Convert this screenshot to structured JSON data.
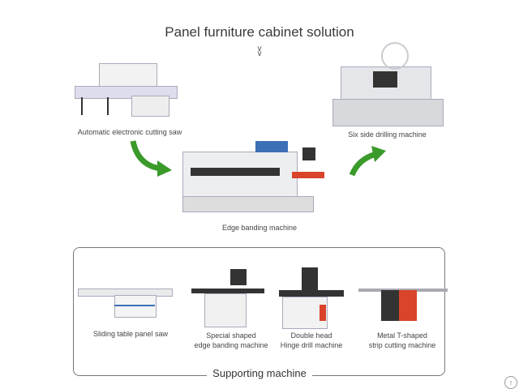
{
  "title": "Panel furniture cabinet solution",
  "main_flow": [
    {
      "label": "Automatic electronic cutting saw"
    },
    {
      "label": "Edge banding machine"
    },
    {
      "label": "Six side drilling machine"
    }
  ],
  "supporting": {
    "title": "Supporting machine",
    "items": [
      {
        "line1": "Sliding table panel saw",
        "line2": ""
      },
      {
        "line1": "Special shaped",
        "line2": "edge banding machine"
      },
      {
        "line1": "Double head",
        "line2": "Hinge drill machine"
      },
      {
        "line1": "Metal T-shaped",
        "line2": "strip cutting machine"
      }
    ]
  },
  "colors": {
    "arrow": "#3a9a2a",
    "accent": "#d9442a"
  }
}
